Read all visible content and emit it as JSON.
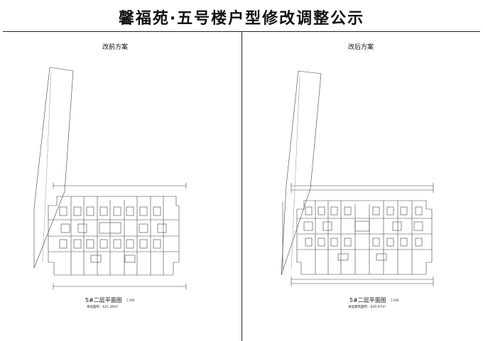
{
  "page": {
    "title": "馨福苑·五号楼户型修改调整公示"
  },
  "panels": [
    {
      "caption": "改前方案",
      "plan_title": "5#二层平面图",
      "scale": "1:300",
      "area_label": "本层面积：",
      "area_value": "621.39m²"
    },
    {
      "caption": "改后方案",
      "plan_title": "5#二层平面图",
      "scale": "1:300",
      "area_label": "本层建筑面积：",
      "area_value": "620.07m²"
    }
  ]
}
